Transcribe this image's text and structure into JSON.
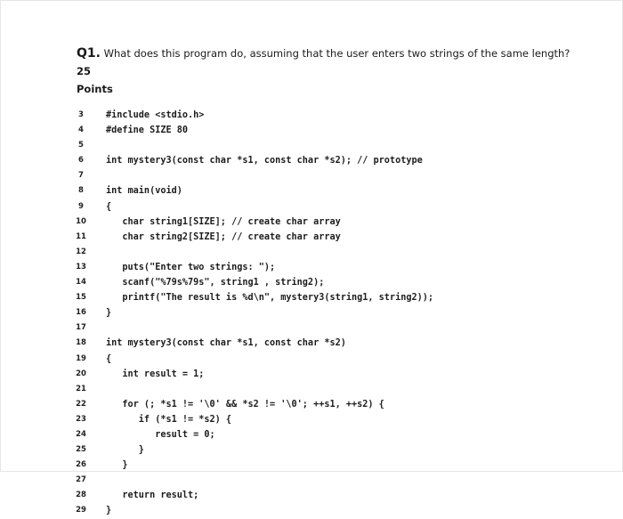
{
  "question": {
    "number": "Q1.",
    "text": " What does this program do, assuming that the user enters two strings of the same length? ",
    "points_value": "25",
    "points_word": "Points"
  },
  "code": {
    "lines": [
      {
        "n": "3",
        "text": "#include <stdio.h>"
      },
      {
        "n": "4",
        "text": "#define SIZE 80"
      },
      {
        "n": "5",
        "text": ""
      },
      {
        "n": "6",
        "text": "int mystery3(const char *s1, const char *s2); // prototype"
      },
      {
        "n": "7",
        "text": ""
      },
      {
        "n": "8",
        "text": "int main(void)"
      },
      {
        "n": "9",
        "text": "{"
      },
      {
        "n": "10",
        "text": "   char string1[SIZE]; // create char array"
      },
      {
        "n": "11",
        "text": "   char string2[SIZE]; // create char array"
      },
      {
        "n": "12",
        "text": ""
      },
      {
        "n": "13",
        "text": "   puts(\"Enter two strings: \");"
      },
      {
        "n": "14",
        "text": "   scanf(\"%79s%79s\", string1 , string2);"
      },
      {
        "n": "15",
        "text": "   printf(\"The result is %d\\n\", mystery3(string1, string2));"
      },
      {
        "n": "16",
        "text": "}"
      },
      {
        "n": "17",
        "text": ""
      },
      {
        "n": "18",
        "text": "int mystery3(const char *s1, const char *s2)"
      },
      {
        "n": "19",
        "text": "{"
      },
      {
        "n": "20",
        "text": "   int result = 1;"
      },
      {
        "n": "21",
        "text": ""
      },
      {
        "n": "22",
        "text": "   for (; *s1 != '\\0' && *s2 != '\\0'; ++s1, ++s2) {"
      },
      {
        "n": "23",
        "text": "      if (*s1 != *s2) {"
      },
      {
        "n": "24",
        "text": "         result = 0;"
      },
      {
        "n": "25",
        "text": "      }"
      },
      {
        "n": "26",
        "text": "   }"
      },
      {
        "n": "27",
        "text": ""
      },
      {
        "n": "28",
        "text": "   return result;"
      },
      {
        "n": "29",
        "text": "}"
      }
    ]
  }
}
